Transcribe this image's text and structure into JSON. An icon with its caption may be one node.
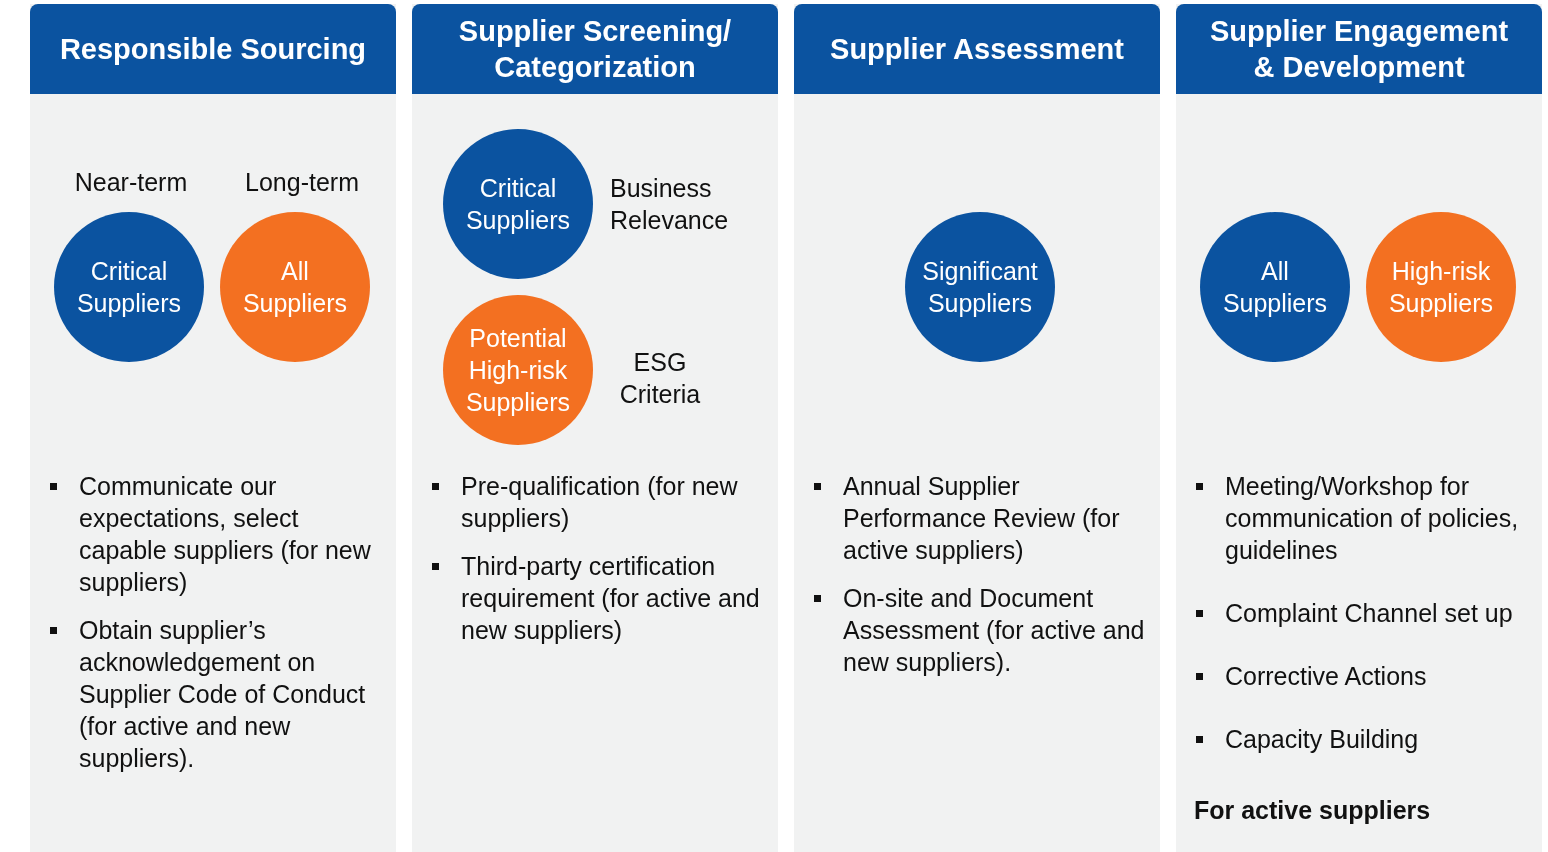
{
  "diagram": {
    "nodes": [
      {
        "text": [
          "Responsible Sourcing",
          "Communicate our expectations, select capable suppliers (for new suppliers)",
          "Obtain supplier’s acknowledgement on Supplier Code of Conduct (for active and new suppliers)."
        ]
      },
      {
        "text": [
          "Critical Suppliers"
        ],
        "in": 0,
        "beside": [
          "Near-term"
        ]
      },
      {
        "text": [
          "All Suppliers"
        ],
        "in": 0,
        "beside": [
          "Long-term"
        ]
      },
      {
        "text": [
          "Supplier Screening/ Categorization",
          "Pre-qualification (for new suppliers)",
          "Third-party certification requirement (for active and new suppliers)"
        ]
      },
      {
        "text": [
          "Critical Suppliers"
        ],
        "in": 3,
        "beside": [
          "Business Relevance"
        ]
      },
      {
        "text": [
          "Potential High-risk Suppliers"
        ],
        "in": 3,
        "beside": [
          "ESG Criteria"
        ]
      },
      {
        "text": [
          "Supplier Assessment",
          "Annual Supplier Performance Review (for active suppliers)",
          "On-site and Document Assessment (for active and new suppliers)."
        ]
      },
      {
        "text": [
          "Significant Suppliers"
        ],
        "in": 6
      },
      {
        "text": [
          "Supplier Engagement & Development",
          "Meeting/Workshop for communication of policies, guidelines",
          "Complaint Channel set up",
          "Corrective Actions",
          "Capacity Building",
          "For active suppliers"
        ]
      },
      {
        "text": [
          "All Suppliers"
        ],
        "in": 8
      },
      {
        "text": [
          "High-risk Suppliers"
        ],
        "in": 8
      }
    ],
    "edges": []
  }
}
